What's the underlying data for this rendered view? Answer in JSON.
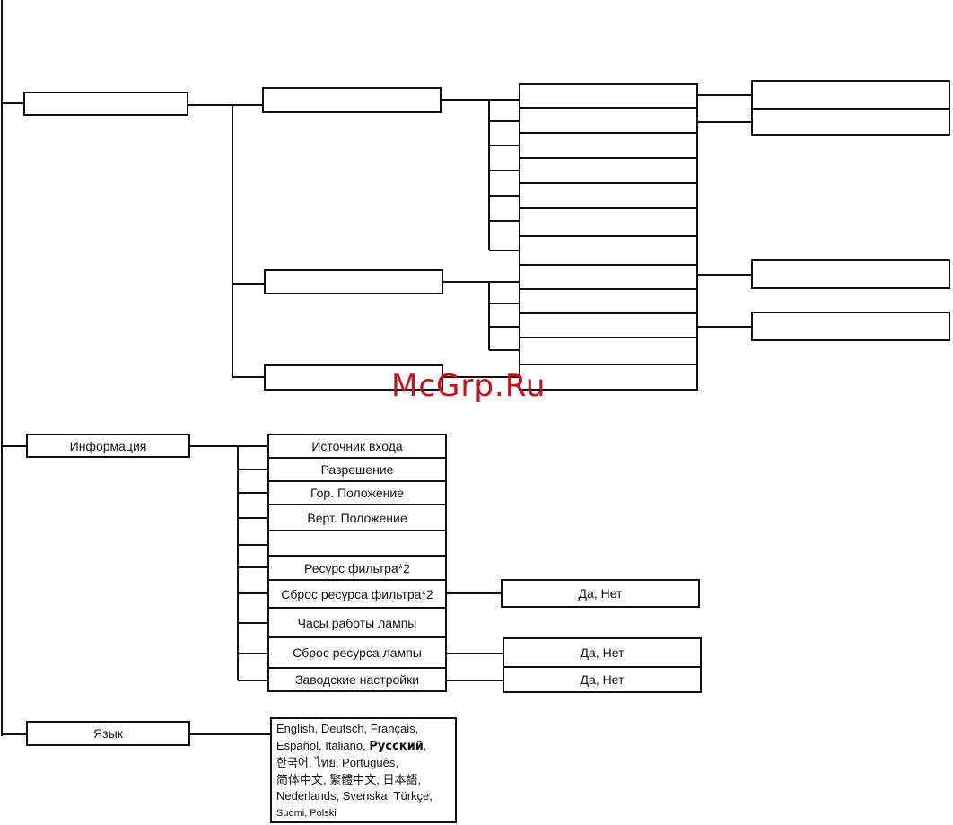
{
  "watermark": "McGrp.Ru",
  "info_menu": {
    "label": "Информация",
    "items": [
      "Источник входа",
      "Разрешение",
      "Гор. Положение",
      "Верт. Положение",
      "",
      "Ресурс фильтра*2",
      "Сброс ресурса фильтра*2",
      "Часы работы лампы",
      "Сброс ресурса лампы",
      "Заводские настройки"
    ],
    "sub_filter_reset": "Да, Нет",
    "sub_lamp_reset": "Да, Нет",
    "sub_factory": "Да, Нет"
  },
  "language_menu": {
    "label": "Язык",
    "lines": [
      [
        "English, Deutsch, Français,"
      ],
      [
        "Español, Italiano, ",
        "Русский",
        ","
      ],
      [
        "한국어, ไทย, Português,"
      ],
      [
        "简体中文, 繁體中文, 日本語,"
      ],
      [
        "Nederlands, Svenska, Türkçe,"
      ],
      [
        "Suomi, Polski"
      ]
    ]
  }
}
